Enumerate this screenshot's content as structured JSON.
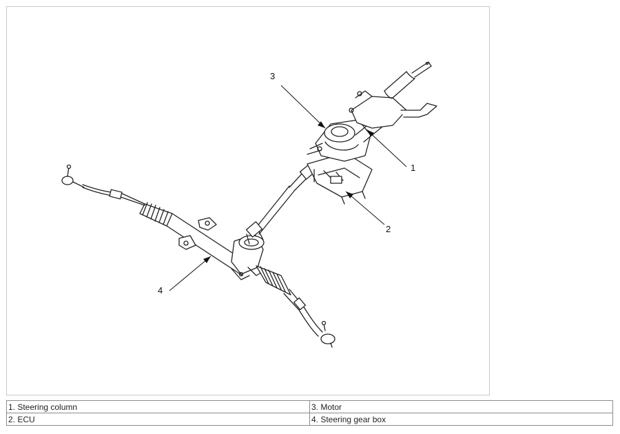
{
  "callouts": [
    "1",
    "2",
    "3",
    "4"
  ],
  "legend": {
    "rows": [
      [
        "1. Steering column",
        "3. Motor"
      ],
      [
        "2. ECU",
        "4. Steering gear box"
      ]
    ]
  }
}
